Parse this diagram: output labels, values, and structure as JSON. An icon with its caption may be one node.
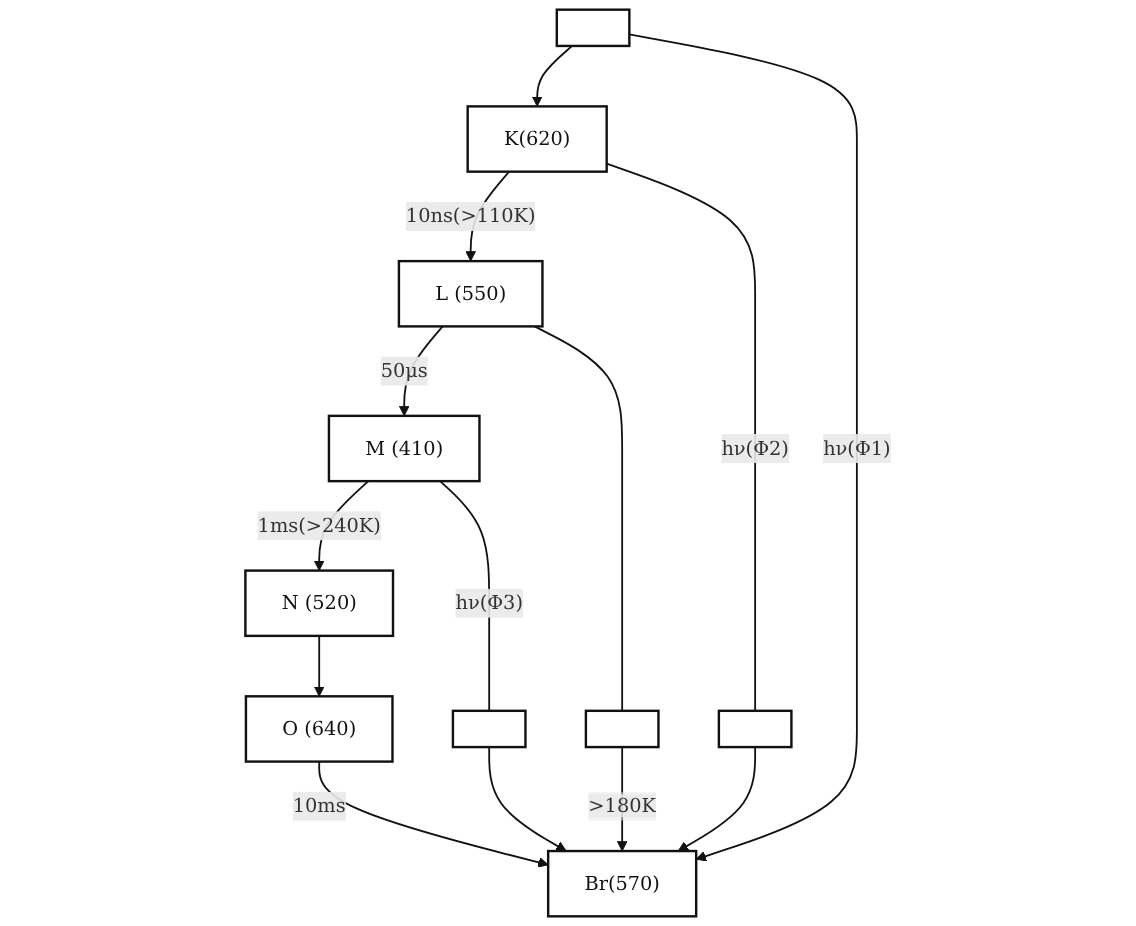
{
  "diagram": {
    "nodes": [
      {
        "text": [
          "K(620)"
        ]
      },
      {
        "text": [
          "L (550)"
        ]
      },
      {
        "text": [],
        "shape": "box"
      },
      {
        "text": [],
        "shape": "box"
      },
      {
        "text": [
          "M (410)"
        ]
      },
      {
        "text": [],
        "shape": "box"
      },
      {
        "text": [],
        "shape": "box"
      },
      {
        "text": [
          "N (520)"
        ]
      },
      {
        "text": [
          "O (640)"
        ]
      },
      {
        "text": [
          "Br(570)"
        ]
      }
    ],
    "edges": [
      {
        "from": 0,
        "to": 1,
        "arrow": "to",
        "label": "10ns(>110K)"
      },
      {
        "from": 1,
        "to": 4,
        "arrow": "to",
        "label": "50μs"
      },
      {
        "from": 4,
        "to": 7,
        "arrow": "to",
        "label": "1ms(>240K)"
      },
      {
        "from": 7,
        "to": 8,
        "arrow": "to"
      },
      {
        "from": 8,
        "to": 9,
        "arrow": "to",
        "label": "10ms"
      },
      {
        "from": 5,
        "to": 0,
        "arrow": "to"
      },
      {
        "from": 5,
        "to": 9,
        "arrow": "to",
        "label": "hν(Φ1)"
      },
      {
        "from": 0,
        "to": 3,
        "arrow": "none",
        "label": "hν(Φ2)"
      },
      {
        "from": 3,
        "to": 9,
        "arrow": "to"
      },
      {
        "from": 1,
        "to": 2,
        "arrow": "none"
      },
      {
        "from": 2,
        "to": 9,
        "arrow": "to",
        "label": ">180K"
      },
      {
        "from": 4,
        "to": 6,
        "arrow": "none",
        "label": "hν(Φ3)"
      },
      {
        "from": 6,
        "to": 9,
        "arrow": "to"
      }
    ]
  }
}
